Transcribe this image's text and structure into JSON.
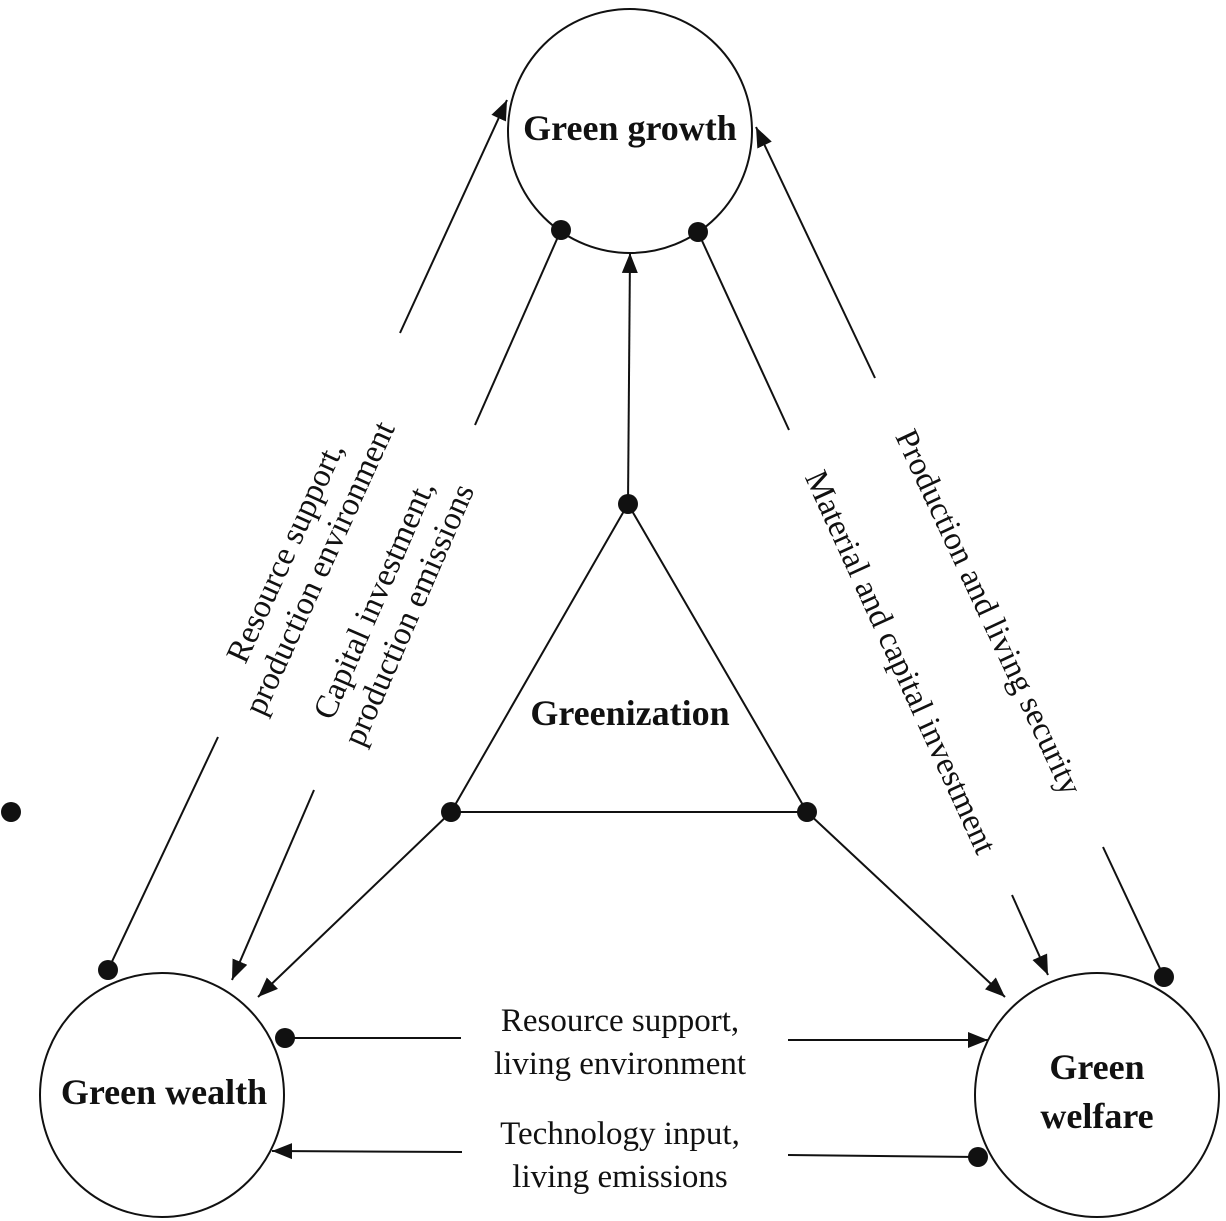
{
  "nodes": {
    "growth": "Green growth",
    "wealth": "Green wealth",
    "welfare_line1": "Green",
    "welfare_line2": "welfare",
    "center": "Greenization"
  },
  "edges": {
    "wealth_to_growth_line1": "Resource support,",
    "wealth_to_growth_line2": "production environment",
    "growth_to_wealth_line1": "Capital investment,",
    "growth_to_wealth_line2": "production emissions",
    "growth_to_welfare": "Material and capital investment",
    "welfare_to_growth": "Production and living security",
    "wealth_to_welfare_line1": "Resource support,",
    "wealth_to_welfare_line2": "living environment",
    "welfare_to_wealth_line1": "Technology input,",
    "welfare_to_wealth_line2": "living emissions"
  },
  "colors": {
    "ink": "#111111",
    "background": "#ffffff"
  }
}
